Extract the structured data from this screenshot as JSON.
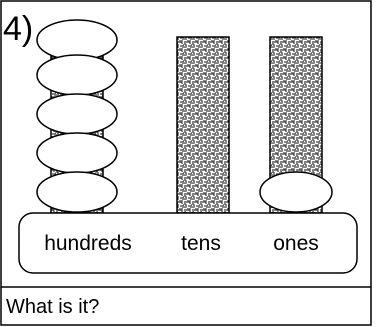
{
  "problem": {
    "number": "4)",
    "question": "What is it?"
  },
  "abacus": {
    "rods": [
      {
        "label": "hundreds",
        "beads": 5
      },
      {
        "label": "tens",
        "beads": 0
      },
      {
        "label": "ones",
        "beads": 1
      }
    ]
  },
  "colors": {
    "line": "#000000",
    "background": "#ffffff",
    "rod_pattern": "#3a3a3a"
  }
}
